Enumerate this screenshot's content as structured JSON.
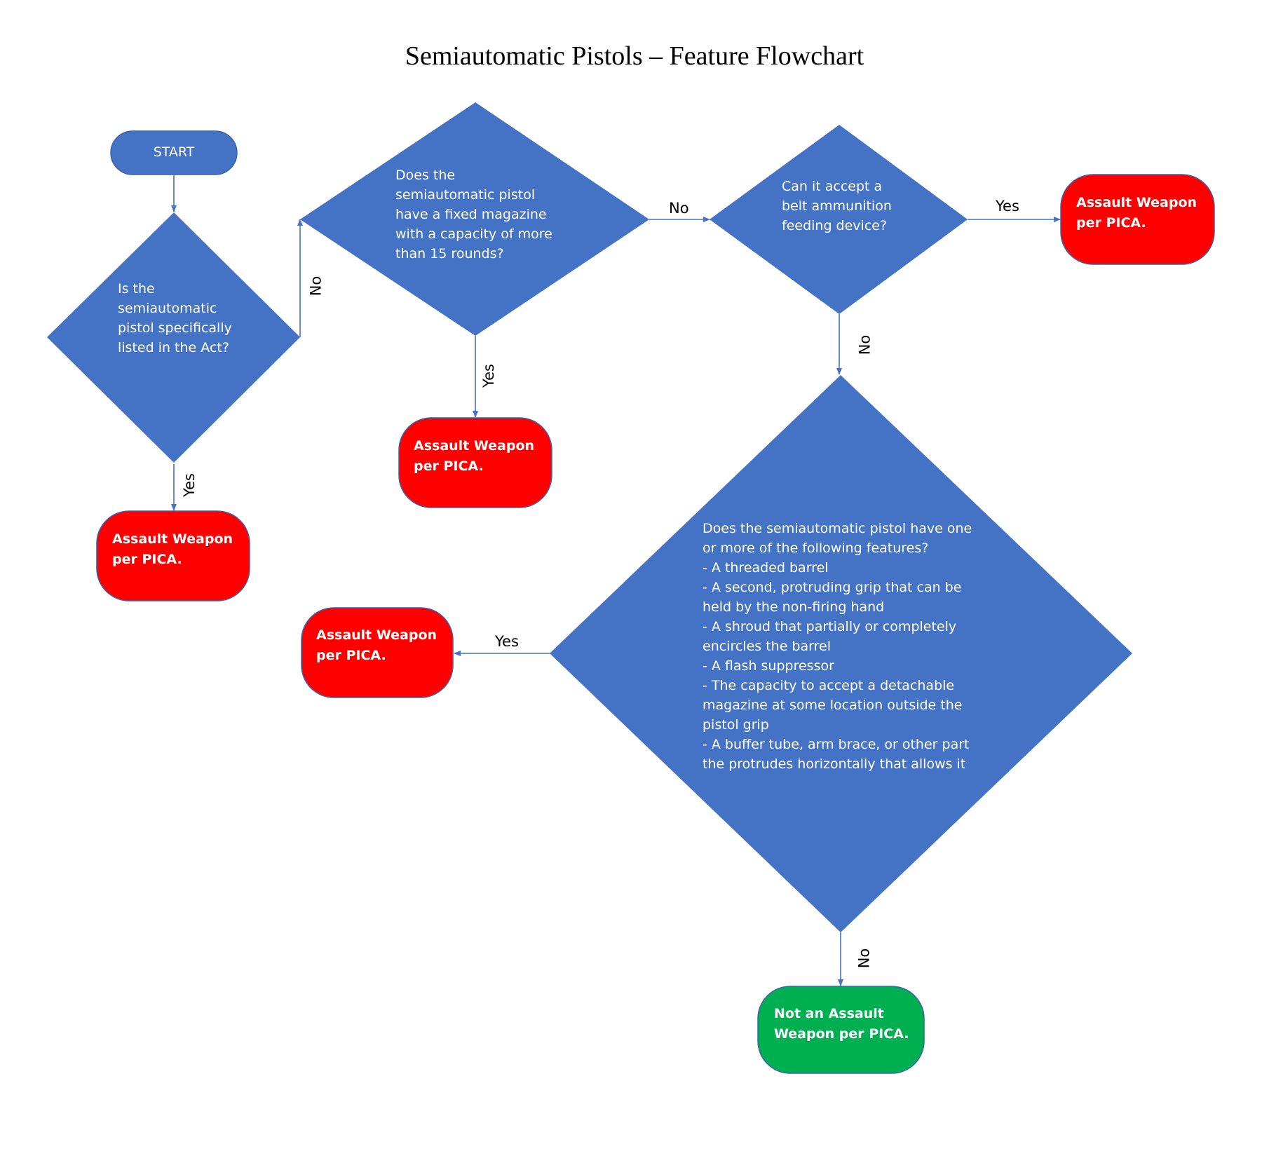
{
  "title": "Semiautomatic Pistols – Feature Flowchart",
  "colors": {
    "decision": "#4472c4",
    "assault": "#ff0000",
    "not_assault": "#00b050",
    "arrow": "#4472c4"
  },
  "nodes": {
    "start": "START",
    "q_listed": "Is the\nsemiautomatic\npistol specifically\nlisted in the Act?",
    "q_fixed_magazine": "Does the\nsemiautomatic pistol\nhave a fixed magazine\nwith a capacity of more\nthan 15 rounds?",
    "q_belt_feed": "Can it accept a\nbelt ammunition\nfeeding device?",
    "q_features": "Does the semiautomatic pistol have one\nor more of the following features?\n- A threaded barrel\n- A second, protruding grip that can be\nheld by the non-firing hand\n- A shroud that partially or completely\nencircles the barrel\n- A flash suppressor\n- The capacity to accept a detachable\nmagazine at some location outside the\npistol grip\n- A buffer tube, arm brace, or other part\nthe protrudes horizontally that allows it",
    "assault_1": "Assault Weapon\nper PICA.",
    "assault_2": "Assault Weapon\nper PICA.",
    "assault_3": "Assault Weapon\nper PICA.",
    "assault_4": "Assault Weapon\nper PICA.",
    "not_assault": "Not an Assault\nWeapon per PICA."
  },
  "edge_labels": {
    "listed_yes": "Yes",
    "listed_no": "No",
    "fixed_yes": "Yes",
    "fixed_no": "No",
    "belt_yes": "Yes",
    "belt_no": "No",
    "features_yes": "Yes",
    "features_no": "No"
  }
}
